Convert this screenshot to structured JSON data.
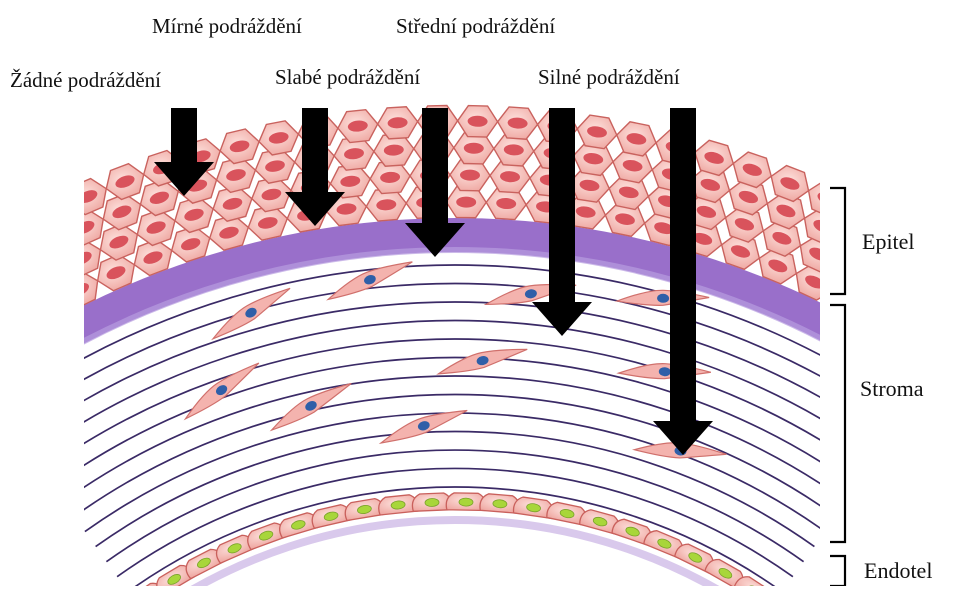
{
  "labels": {
    "none": "Žádné podráždění",
    "mild": "Mírné podráždění",
    "weak": "Slabé podráždění",
    "moderate": "Střední podráždění",
    "strong": "Silné podráždění"
  },
  "layers": {
    "epithelium": "Epitel",
    "stroma": "Stroma",
    "endothelium": "Endotel"
  },
  "colors": {
    "cell_fill": "#f4b3ae",
    "cell_nucleus": "#d9535c",
    "membrane": "#8e5fc4",
    "lamella": "#3a2a66",
    "keratocyte_nucleus": "#2f5fa8",
    "endo_nucleus": "#a8d63a",
    "arrow": "#000000"
  }
}
